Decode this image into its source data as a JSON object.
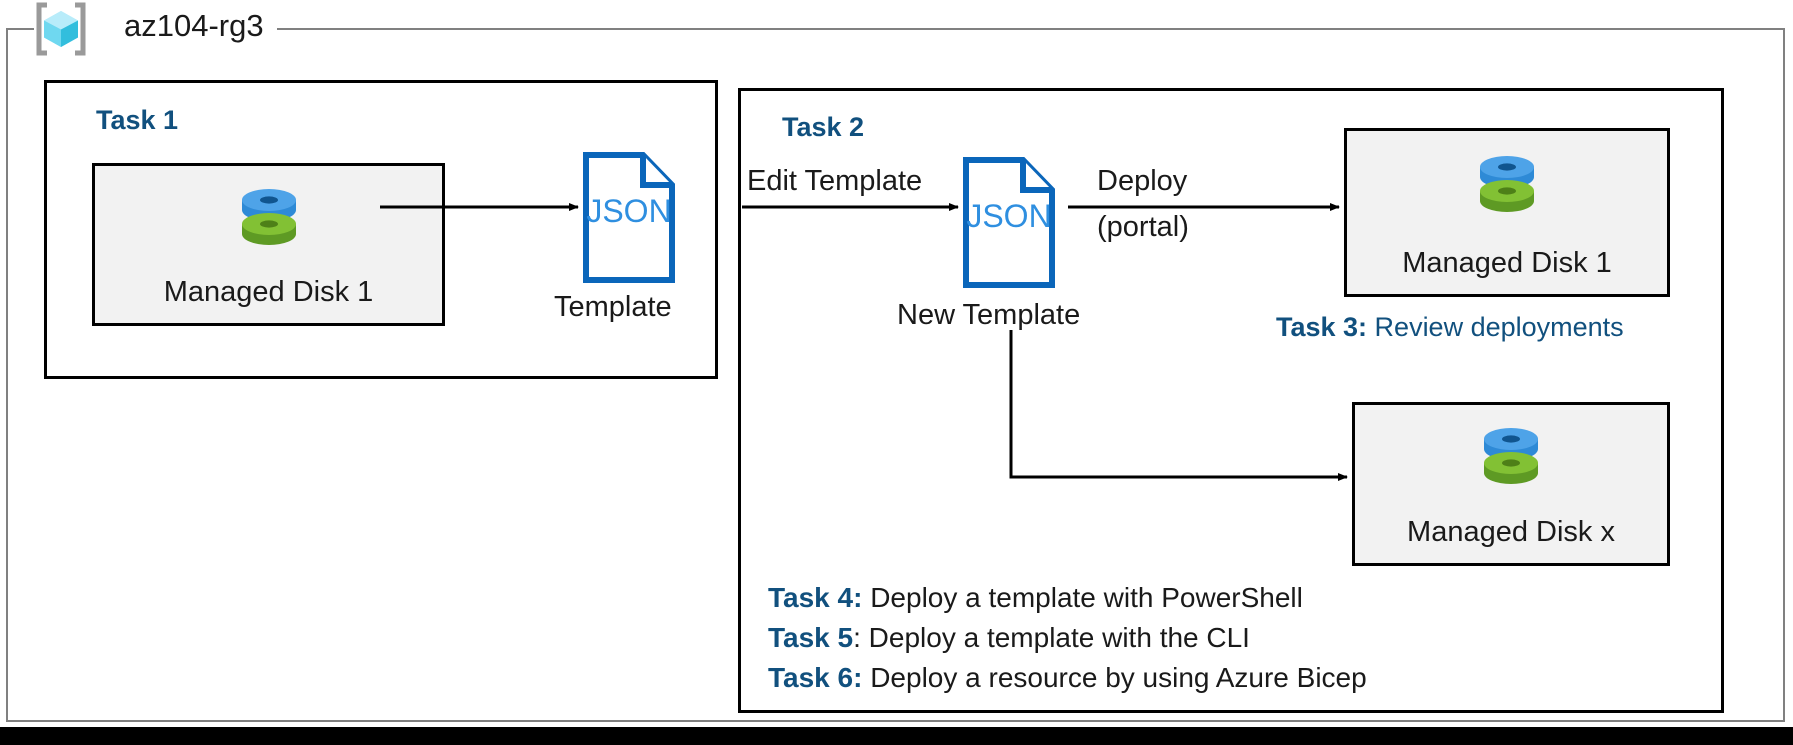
{
  "resource_group": {
    "icon": "azure-resource-group-icon",
    "name": "az104-rg3"
  },
  "task1": {
    "heading": "Task 1",
    "resource": {
      "icon": "managed-disk-icon",
      "label": "Managed Disk 1"
    },
    "template": {
      "icon": "json-file-icon",
      "icon_text": "JSON",
      "caption": "Template"
    }
  },
  "task2": {
    "heading": "Task 2",
    "edge_edit_template": "Edit Template",
    "new_template": {
      "icon": "json-file-icon",
      "icon_text": "JSON",
      "caption": "New Template"
    },
    "edge_deploy_line1": "Deploy",
    "edge_deploy_line2": "(portal)",
    "deployed_disk_1": {
      "icon": "managed-disk-icon",
      "label": "Managed Disk 1"
    },
    "deployed_disk_x": {
      "icon": "managed-disk-icon",
      "label": "Managed Disk x"
    }
  },
  "task3": {
    "key": "Task 3:",
    "text": " Review deployments"
  },
  "task_list": [
    {
      "key": "Task 4",
      "sep": ":",
      "sep_style": "blue",
      "desc": " Deploy a template with PowerShell"
    },
    {
      "key": "Task 5",
      "sep": ":",
      "sep_style": "black",
      "desc": " Deploy a template with the CLI"
    },
    {
      "key": "Task 6",
      "sep": ":",
      "sep_style": "blue",
      "desc": " Deploy a resource by using Azure Bicep"
    }
  ],
  "colors": {
    "azure_blue": "#0078d4",
    "task_heading_blue": "#11507e",
    "disk_blue": "#3d8fdb",
    "disk_green": "#7cb832",
    "box_fill": "#f2f2f2",
    "outer_frame_gray": "#808080"
  }
}
